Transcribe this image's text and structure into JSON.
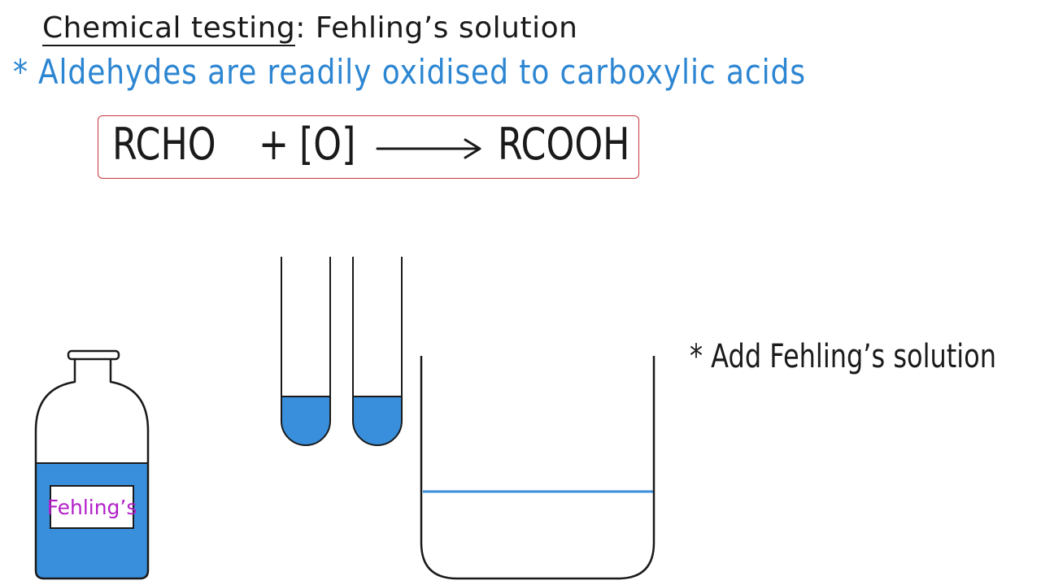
{
  "title": {
    "underlined": "Chemical testing",
    "rest": ": Fehling’s solution"
  },
  "point_1": {
    "bullet": "*",
    "text": "Aldehydes are readily oxidised to carboxylic acids"
  },
  "equation": {
    "reactant": "RCHO",
    "plus": "+",
    "oxidant": "[O]",
    "product": "RCOOH"
  },
  "point_2": {
    "bullet": "*",
    "text": "Add Fehling’s solution"
  },
  "bottle": {
    "label": "Fehling’s"
  },
  "colors": {
    "blue_text": "#2d86d2",
    "liquid_blue": "#3a8fdc",
    "box_border": "#c9363b",
    "label_purple": "#b21fc9",
    "ink": "#1a1a1a"
  }
}
